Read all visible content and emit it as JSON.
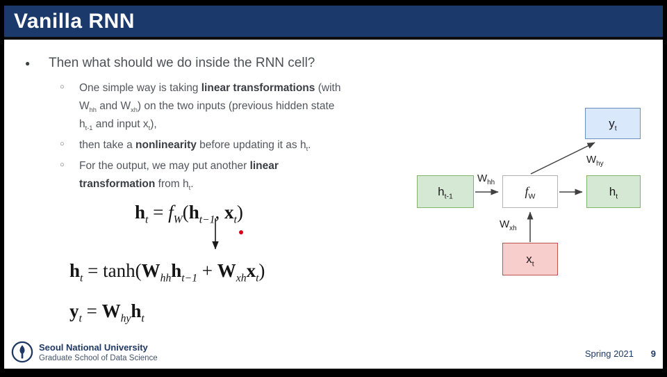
{
  "theme": {
    "header_bg": "#1b3a6b",
    "accent_navy": "#1f3864",
    "title_color": "#ffffff",
    "laser_dot": "#d0021b"
  },
  "header": {
    "title": "Vanilla RNN"
  },
  "bullets": {
    "main_marker": "●",
    "sub_marker": "○",
    "main_text": "Then what should we do inside the RNN cell?",
    "items": [
      {
        "segments": [
          {
            "t": "One simple way is taking "
          },
          {
            "t": "linear transformations",
            "b": 1
          },
          {
            "t": " (with\nW"
          },
          {
            "t": "hh",
            "sub": 1
          },
          {
            "t": " and W"
          },
          {
            "t": "xh",
            "sub": 1
          },
          {
            "t": ") on the two inputs (previous hidden state\nh"
          },
          {
            "t": "t-1",
            "sub": 1
          },
          {
            "t": " and input x"
          },
          {
            "t": "t",
            "sub": 1
          },
          {
            "t": "),"
          }
        ]
      },
      {
        "segments": [
          {
            "t": "then take a "
          },
          {
            "t": "nonlinearity",
            "b": 1
          },
          {
            "t": " before updating it as h"
          },
          {
            "t": "t",
            "sub": 1
          },
          {
            "t": "."
          }
        ]
      },
      {
        "segments": [
          {
            "t": "For the output, we may put another "
          },
          {
            "t": "linear\ntransformation",
            "b": 1
          },
          {
            "t": " from h"
          },
          {
            "t": "t",
            "sub": 1
          },
          {
            "t": "."
          }
        ]
      }
    ]
  },
  "equations": {
    "eq1": {
      "segments": [
        {
          "t": "h",
          "b": 1
        },
        {
          "t": "t",
          "sub": 1,
          "i": 1
        },
        {
          "t": " = "
        },
        {
          "t": "f",
          "i": 1
        },
        {
          "t": "W",
          "sub": 1,
          "i": 1
        },
        {
          "t": "("
        },
        {
          "t": "h",
          "b": 1
        },
        {
          "t": "t−1",
          "sub": 1,
          "i": 1
        },
        {
          "t": ", "
        },
        {
          "t": "x",
          "b": 1
        },
        {
          "t": "t",
          "sub": 1,
          "i": 1
        },
        {
          "t": ")"
        }
      ]
    },
    "eq2": {
      "segments": [
        {
          "t": "h",
          "b": 1
        },
        {
          "t": "t",
          "sub": 1,
          "i": 1
        },
        {
          "t": " = tanh("
        },
        {
          "t": "W",
          "b": 1
        },
        {
          "t": "hh",
          "sub": 1,
          "i": 1
        },
        {
          "t": "h",
          "b": 1
        },
        {
          "t": "t−1",
          "sub": 1,
          "i": 1
        },
        {
          "t": " + "
        },
        {
          "t": "W",
          "b": 1
        },
        {
          "t": "xh",
          "sub": 1,
          "i": 1
        },
        {
          "t": "x",
          "b": 1
        },
        {
          "t": "t",
          "sub": 1,
          "i": 1
        },
        {
          "t": ")"
        }
      ]
    },
    "eq3": {
      "segments": [
        {
          "t": "y",
          "b": 1
        },
        {
          "t": "t",
          "sub": 1,
          "i": 1
        },
        {
          "t": " = "
        },
        {
          "t": "W",
          "b": 1
        },
        {
          "t": "hy",
          "sub": 1,
          "i": 1
        },
        {
          "t": "h",
          "b": 1
        },
        {
          "t": "t",
          "sub": 1,
          "i": 1
        }
      ]
    }
  },
  "diagram": {
    "nodes": {
      "y": {
        "main": "y",
        "sub": "t"
      },
      "h_prev": {
        "main": "h",
        "sub": "t-1"
      },
      "f": {
        "main": "f",
        "sub": "W"
      },
      "h": {
        "main": "h",
        "sub": "t"
      },
      "x": {
        "main": "x",
        "sub": "t"
      }
    },
    "edge_labels": {
      "whh": {
        "main": "W",
        "sub": "hh"
      },
      "wxh": {
        "main": "W",
        "sub": "xh"
      },
      "why": {
        "main": "W",
        "sub": "hy"
      }
    },
    "colors": {
      "green_fill": "#d5e8d4",
      "green_border": "#82b366",
      "blue_fill": "#dae8fc",
      "blue_border": "#6c8ebf",
      "red_fill": "#f8cecc",
      "red_border": "#b85450",
      "fw_fill": "#ffffff",
      "fw_border": "#b3b3b3"
    }
  },
  "footer": {
    "institution": "Seoul National University",
    "school": "Graduate School of Data Science",
    "semester": "Spring 2021",
    "page": "9"
  }
}
